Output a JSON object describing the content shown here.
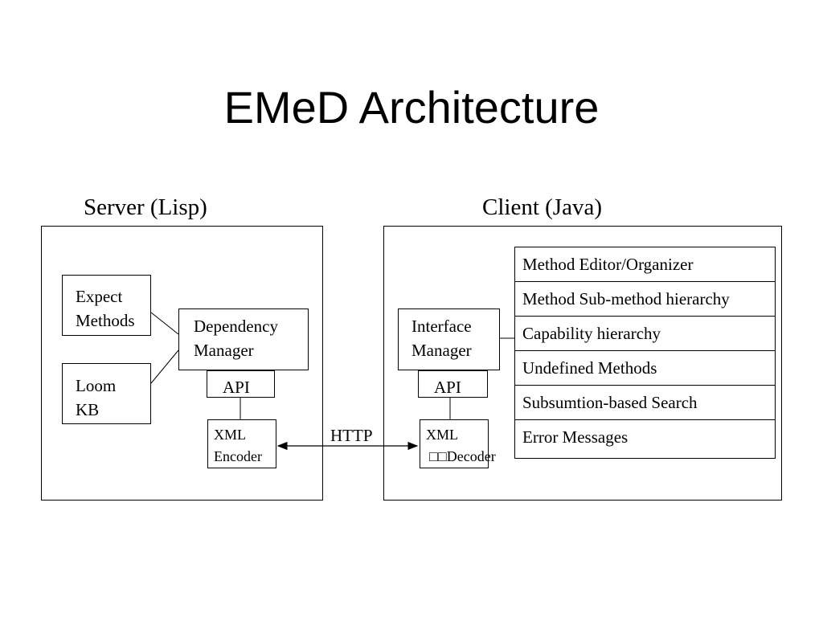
{
  "title": "EMeD Architecture",
  "server": {
    "heading": "Server (Lisp)",
    "expect_methods": [
      "Expect",
      "Methods"
    ],
    "loom_kb": [
      "Loom",
      "KB"
    ],
    "dependency_manager": [
      "Dependency",
      "Manager"
    ],
    "api": "API",
    "xml_encoder": [
      "XML",
      "Encoder"
    ]
  },
  "client": {
    "heading": "Client (Java)",
    "interface_manager": [
      "Interface",
      "Manager"
    ],
    "api": "API",
    "xml_decoder": [
      "XML",
      "□□Decoder"
    ],
    "components": [
      "Method Editor/Organizer",
      "Method Sub-method hierarchy",
      "Capability hierarchy",
      "Undefined Methods",
      "Subsumtion-based Search",
      "Error Messages"
    ]
  },
  "connection": "HTTP"
}
